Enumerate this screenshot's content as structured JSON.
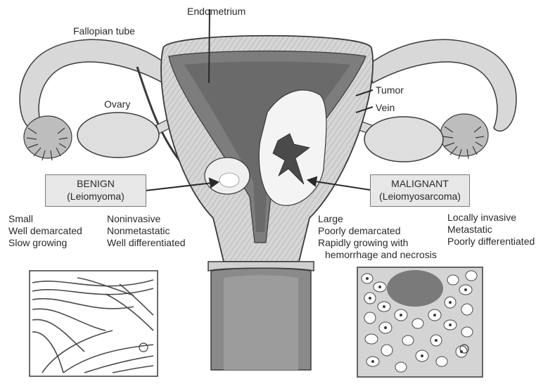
{
  "labels": {
    "endometrium": "Endometrium",
    "fallopian_tube": "Fallopian tube",
    "ovary": "Ovary",
    "tumor": "Tumor",
    "vein": "Vein"
  },
  "benign": {
    "title": "BENIGN",
    "subtitle": "(Leiomyoma)",
    "features_col1": [
      "Small",
      "Well demarcated",
      "Slow growing"
    ],
    "features_col2": [
      "Noninvasive",
      "Nonmetastatic",
      "Well differentiated"
    ]
  },
  "malignant": {
    "title": "MALIGNANT",
    "subtitle": "(Leiomyosarcoma)",
    "features_col1": [
      "Large",
      "Poorly demarcated",
      "Rapidly growing with",
      "hemorrhage and necrosis"
    ],
    "features_col2": [
      "Locally invasive",
      "Metastatic",
      "Poorly differentiated"
    ]
  },
  "colors": {
    "line": "#3a3a3a",
    "uterus_wall": "#cfcfcf",
    "cavity": "#7d7d7d",
    "ovary": "#dedede",
    "label_box": "#e7e7e7"
  }
}
